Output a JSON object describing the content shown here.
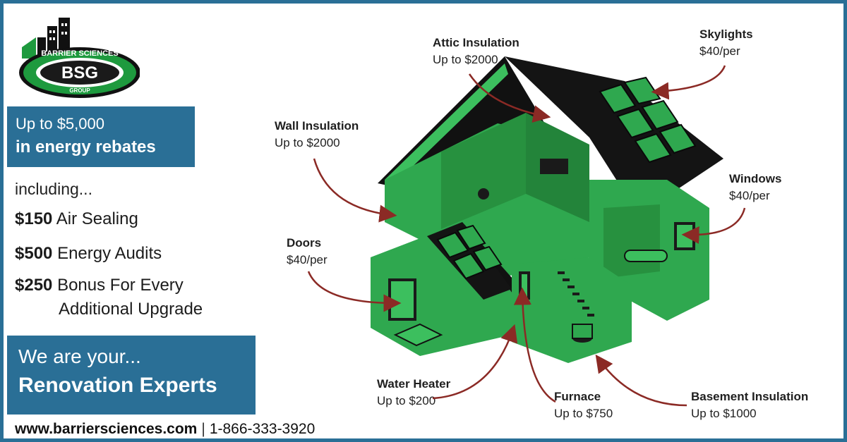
{
  "logo": {
    "brand": "BARRIER SCIENCES",
    "initials": "BSG",
    "sub": "GROUP"
  },
  "rebate": {
    "line1": "Up to $5,000",
    "line2": "in energy rebates"
  },
  "including": "including...",
  "items": [
    {
      "amount": "$150",
      "label": "Air Sealing"
    },
    {
      "amount": "$500",
      "label": "Energy Audits"
    },
    {
      "amount": "$250",
      "label": "Bonus For Every",
      "label2": "Additional Upgrade"
    }
  ],
  "experts": {
    "line1": "We are your...",
    "line2": "Renovation Experts"
  },
  "footer": {
    "url": "www.barriersciences.com",
    "sep": "|",
    "phone": "1-866-333-3920"
  },
  "callouts": {
    "attic": {
      "title": "Attic Insulation",
      "value": "Up to $2000"
    },
    "skylights": {
      "title": "Skylights",
      "value": "$40/per"
    },
    "wall": {
      "title": "Wall Insulation",
      "value": "Up to $2000"
    },
    "windows": {
      "title": "Windows",
      "value": "$40/per"
    },
    "doors": {
      "title": "Doors",
      "value": "$40/per"
    },
    "water": {
      "title": "Water Heater",
      "value": "Up to $200"
    },
    "furnace": {
      "title": "Furnace",
      "value": "Up to $750"
    },
    "basement": {
      "title": "Basement Insulation",
      "value": "Up to $1000"
    }
  },
  "colors": {
    "accent_blue": "#2a6f96",
    "logo_green": "#1e9a3e",
    "house_green": "#2fa84f",
    "arrow_red": "#8b2a25"
  }
}
